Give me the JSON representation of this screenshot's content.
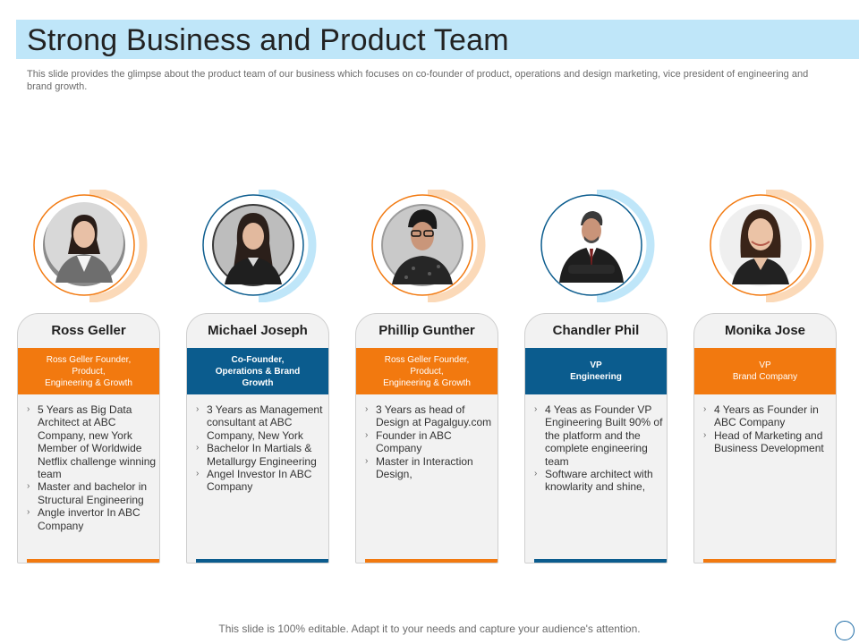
{
  "header": {
    "title": "Strong Business and Product Team",
    "subtitle": "This slide provides the glimpse about the product team of our business which focuses on co-founder of product, operations and design marketing, vice president of engineering and brand growth."
  },
  "colors": {
    "orange": "#f2790f",
    "blue": "#0b5c8e",
    "light_blue": "#bfe6f9"
  },
  "team": [
    {
      "name": "Ross Geller",
      "role": "Ross Geller Founder,\nProduct,\nEngineering & Growth",
      "accent": "orange",
      "bullets": [
        "5 Years as Big Data Architect at ABC Company, new York Member of Worldwide Netflix challenge winning team",
        "Master and bachelor in Structural Engineering",
        " Angle invertor In ABC Company"
      ]
    },
    {
      "name": "Michael Joseph",
      "role": "Co-Founder,\nOperations & Brand\nGrowth",
      "accent": "blue",
      "bullets": [
        "3 Years as Management consultant  at ABC Company, New York",
        "Bachelor In Martials & Metallurgy Engineering",
        "Angel Investor In ABC Company"
      ]
    },
    {
      "name": "Phillip Gunther",
      "role": "Ross Geller Founder,\nProduct,\nEngineering & Growth",
      "accent": "orange",
      "bullets": [
        "3 Years as head of Design at Pagalguy.com",
        "Founder in ABC Company",
        "Master in Interaction Design,"
      ]
    },
    {
      "name": "Chandler Phil",
      "role": "VP\nEngineering",
      "accent": "blue",
      "bullets": [
        "4 Yeas as Founder VP Engineering Built 90% of the platform and the complete engineering team",
        "Software architect with knowlarity and shine,"
      ]
    },
    {
      "name": "Monika Jose",
      "role": "VP\nBrand Company",
      "accent": "orange",
      "bullets": [
        "4 Years as Founder in ABC Company",
        "Head of Marketing and Business Development"
      ]
    }
  ],
  "footer": {
    "text": "This slide is 100% editable. Adapt it to your needs and capture your audience's attention."
  }
}
